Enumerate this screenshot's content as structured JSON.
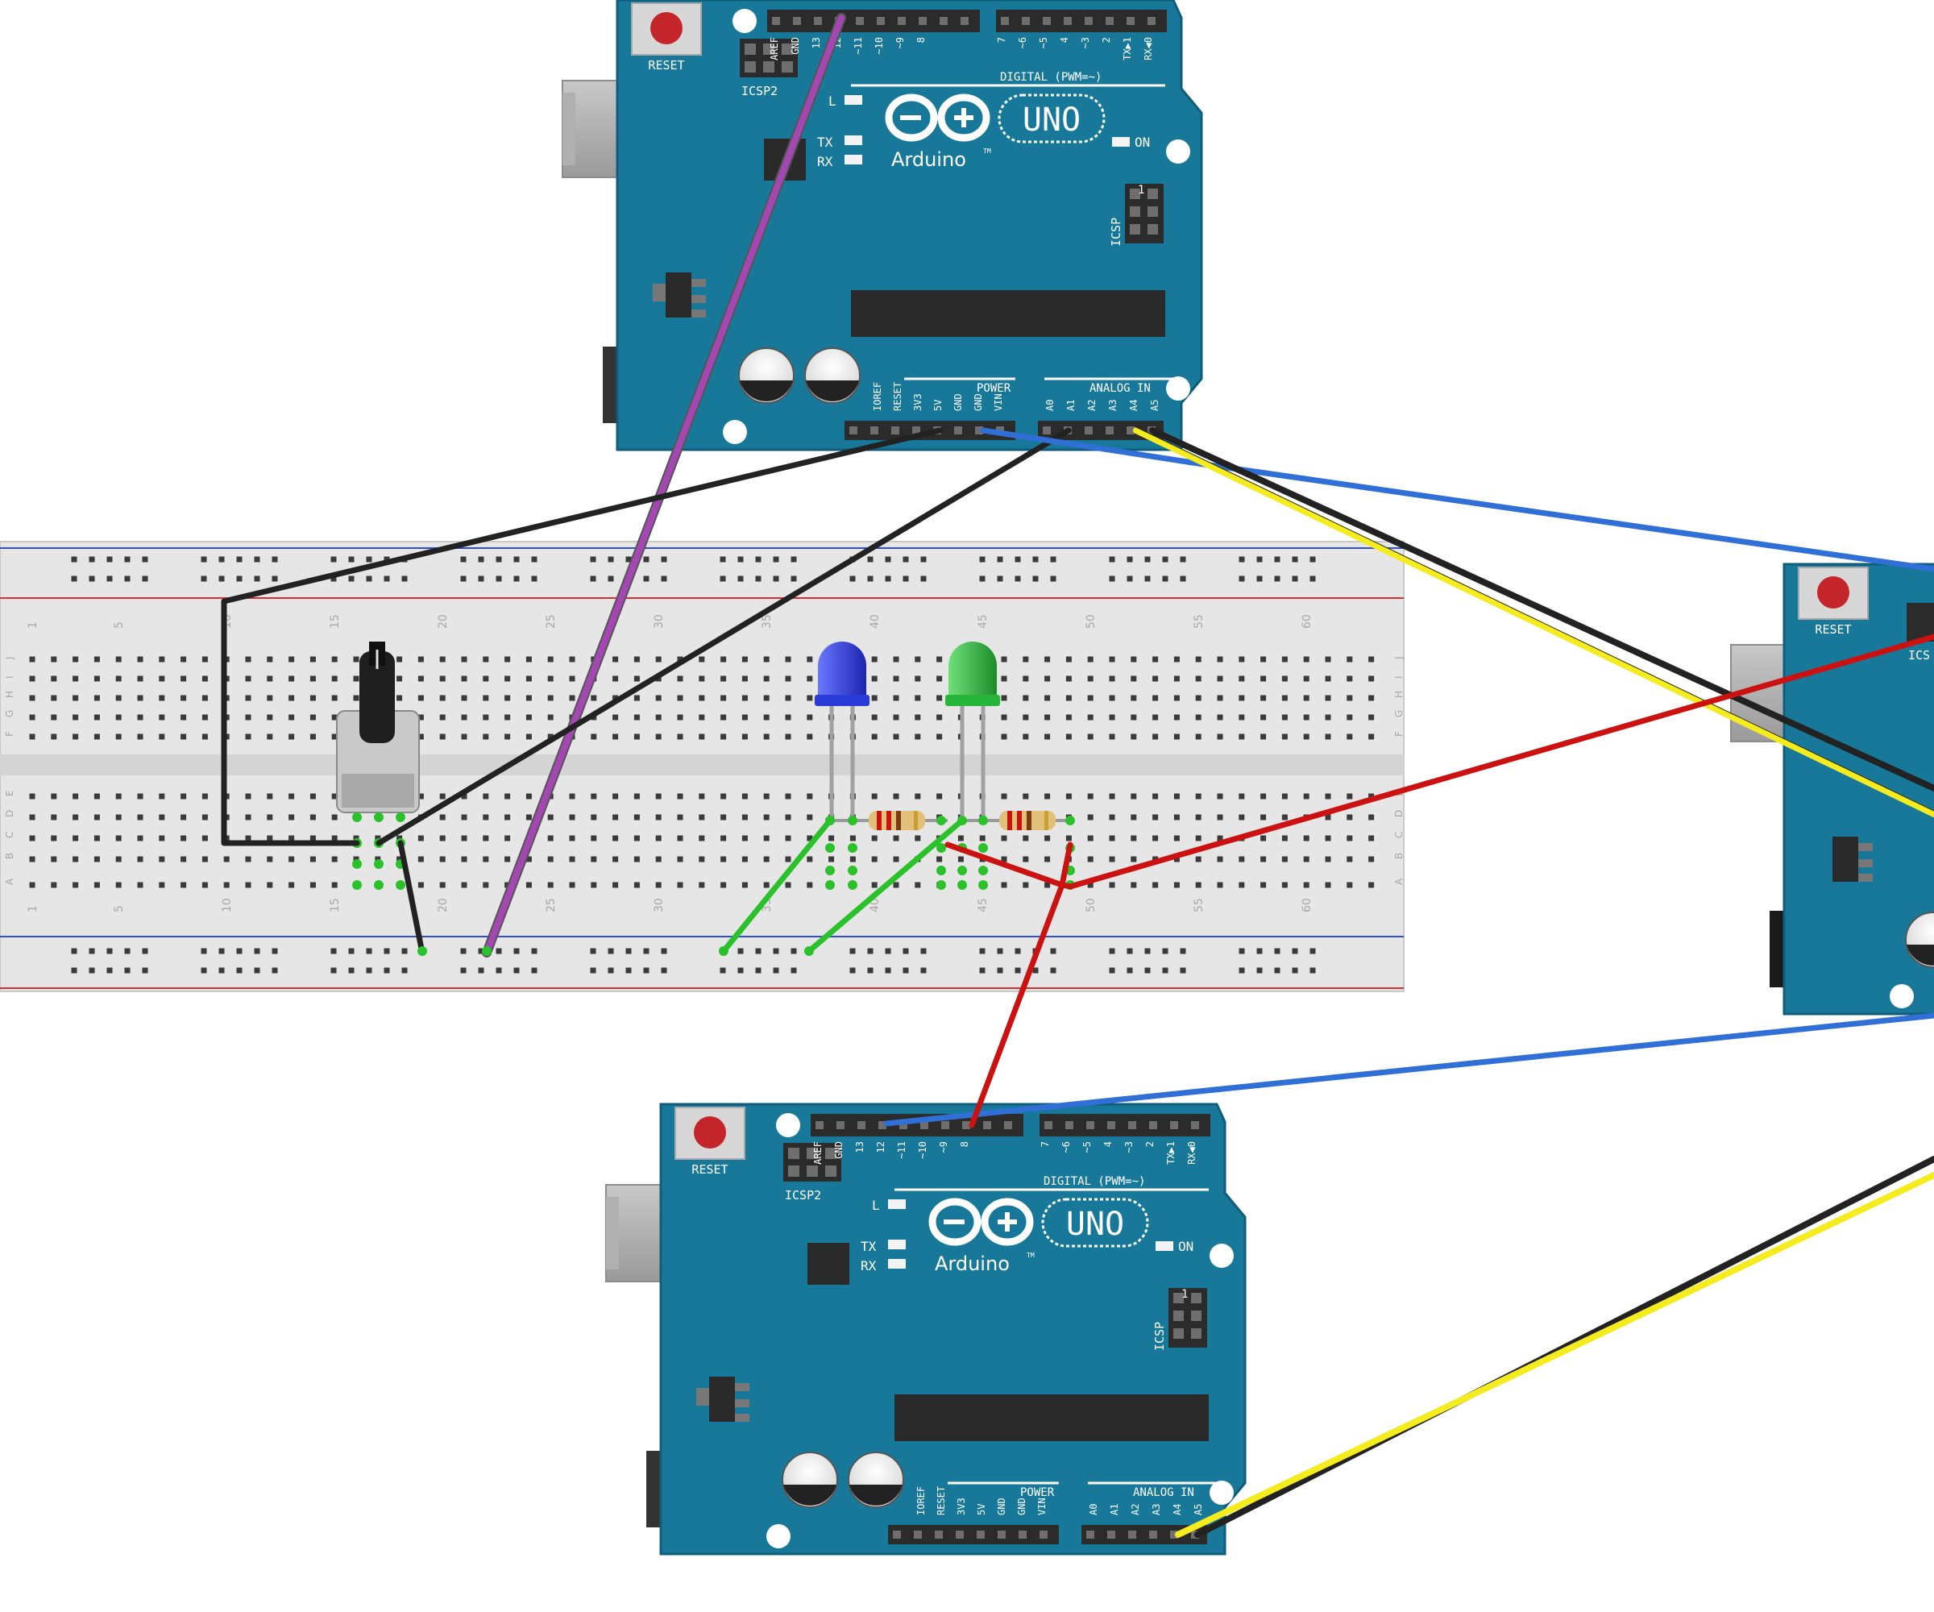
{
  "colors": {
    "board": "#17789a",
    "board_edge": "#0f5d7a",
    "breadboard": "#e6e6e6",
    "breadboard_channel": "#d4d4d4",
    "rail_red": "#d93030",
    "rail_blue": "#2f4fd8",
    "wire_black": "#222222",
    "wire_blue": "#2f6fd6",
    "wire_yellow": "#f4ec1f",
    "wire_red": "#cc1111",
    "wire_green": "#2bc12b",
    "wire_purple": "#a447b2",
    "led_blue": "#2b3bd8",
    "led_green": "#27b53a",
    "reset_button": "#c4252a"
  },
  "boards": [
    {
      "id": "top",
      "reset": "RESET",
      "icsp2": "ICSP2",
      "icsp": "ICSP",
      "icsp_pin1": "1",
      "digital": "DIGITAL (PWM=~)",
      "led_l": "L",
      "tx": "TX",
      "rx": "RX",
      "on": "ON",
      "uno": "UNO",
      "brand": "Arduino",
      "tm": "TM",
      "power": "POWER",
      "analog": "ANALOG IN",
      "digital_pins": [
        "AREF",
        "GND",
        "13",
        "12",
        "~11",
        "~10",
        "~9",
        "8",
        "7",
        "~6",
        "~5",
        "4",
        "~3",
        "2",
        "TX▶1",
        "RX◀0"
      ],
      "power_pins": [
        "IOREF",
        "RESET",
        "3V3",
        "5V",
        "GND",
        "GND",
        "VIN"
      ],
      "analog_pins": [
        "A0",
        "A1",
        "A2",
        "A3",
        "A4",
        "A5"
      ]
    },
    {
      "id": "bottom",
      "reset": "RESET",
      "icsp2": "ICSP2",
      "icsp": "ICSP",
      "icsp_pin1": "1",
      "digital": "DIGITAL (PWM=~)",
      "led_l": "L",
      "tx": "TX",
      "rx": "RX",
      "on": "ON",
      "uno": "UNO",
      "brand": "Arduino",
      "tm": "TM",
      "power": "POWER",
      "analog": "ANALOG IN",
      "digital_pins": [
        "AREF",
        "GND",
        "13",
        "12",
        "~11",
        "~10",
        "~9",
        "8",
        "7",
        "~6",
        "~5",
        "4",
        "~3",
        "2",
        "TX▶1",
        "RX◀0"
      ],
      "power_pins": [
        "IOREF",
        "RESET",
        "3V3",
        "5V",
        "GND",
        "GND",
        "VIN"
      ],
      "analog_pins": [
        "A0",
        "A1",
        "A2",
        "A3",
        "A4",
        "A5"
      ]
    },
    {
      "id": "right",
      "reset": "RESET",
      "icsp2": "ICS"
    }
  ],
  "breadboard": {
    "column_numbers": [
      "1",
      "5",
      "10",
      "15",
      "20",
      "25",
      "30",
      "35",
      "40",
      "45",
      "50",
      "55",
      "60"
    ],
    "row_letters_top": [
      "J",
      "I",
      "H",
      "G",
      "F"
    ],
    "row_letters_bottom": [
      "E",
      "D",
      "C",
      "B",
      "A"
    ]
  },
  "components": [
    {
      "type": "potentiometer",
      "name": "potentiometer"
    },
    {
      "type": "led",
      "name": "blue-led",
      "color": "#2b3bd8"
    },
    {
      "type": "led",
      "name": "green-led",
      "color": "#27b53a"
    },
    {
      "type": "resistor",
      "name": "resistor-1"
    },
    {
      "type": "resistor",
      "name": "resistor-2"
    }
  ]
}
